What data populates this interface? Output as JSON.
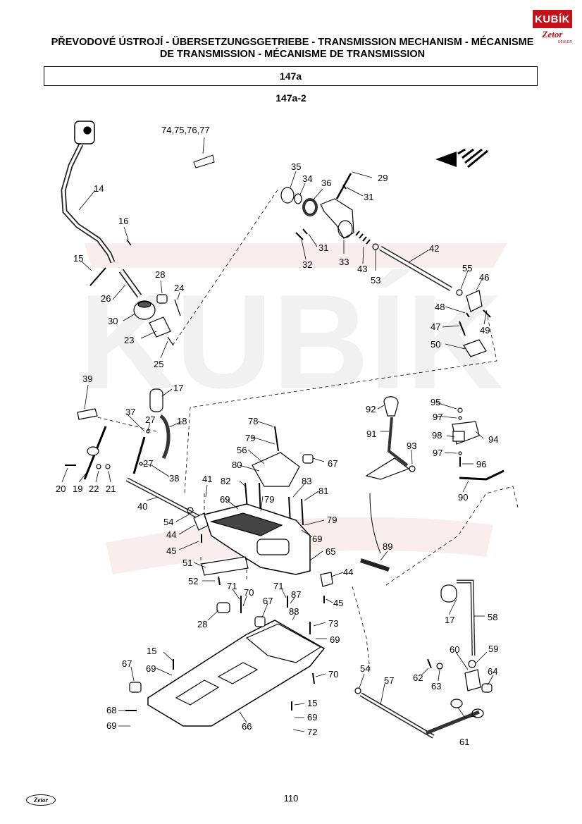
{
  "header": {
    "title": "PŘEVODOVÉ ÚSTROJÍ - ÜBERSETZUNGSGETRIEBE - TRANSMISSION MECHANISM - MÉCANISME DE TRANSMISSION - MÉCANISME DE TRANSMISSION",
    "model": "147a",
    "section": "147a-2"
  },
  "logo": {
    "top_text": "KUBÍK",
    "brand": "Zetor",
    "dealer": "DEALER"
  },
  "watermark": {
    "text": "KUBÍK",
    "color": "#e0e0e0"
  },
  "diagram": {
    "callouts": {
      "c14": "14",
      "c16": "16",
      "c15a": "15",
      "c26": "26",
      "c28a": "28",
      "c24": "24",
      "c30": "30",
      "c23": "23",
      "c25": "25",
      "c7477": "74,75,76,77",
      "c35": "35",
      "c34": "34",
      "c36": "36",
      "c29": "29",
      "c31a": "31",
      "c31b": "31",
      "c32": "32",
      "c33": "33",
      "c43": "43",
      "c53": "53",
      "c42": "42",
      "c55": "55",
      "c46": "46",
      "c48": "48",
      "c47": "47",
      "c49": "49",
      "c50": "50",
      "c39": "39",
      "c17a": "17",
      "c18": "18",
      "c37": "37",
      "c27a": "27",
      "c27b": "27",
      "c38": "38",
      "c20": "20",
      "c19": "19",
      "c22": "22",
      "c21": "21",
      "c40": "40",
      "c78": "78",
      "c79a": "79",
      "c56": "56",
      "c67a": "67",
      "c80": "80",
      "c41": "41",
      "c82": "82",
      "c83": "83",
      "c81": "81",
      "c69a": "69",
      "c79b": "79",
      "c79c": "79",
      "c69b": "69",
      "c54a": "54",
      "c44a": "44",
      "c45a": "45",
      "c65": "65",
      "c51": "51",
      "c52": "52",
      "c92": "92",
      "c95": "95",
      "c97a": "97",
      "c98": "98",
      "c94": "94",
      "c97b": "97",
      "c96": "96",
      "c91": "91",
      "c93": "93",
      "c90": "90",
      "c89": "89",
      "c44b": "44",
      "c45b": "45",
      "c71a": "71",
      "c70a": "70",
      "c71b": "71",
      "c87": "87",
      "c67b": "67",
      "c88": "88",
      "c28b": "28",
      "c73": "73",
      "c69c": "69",
      "c17b": "17",
      "c58": "58",
      "c15b": "15",
      "c69d": "69",
      "c67c": "67",
      "c70b": "70",
      "c54b": "54",
      "c57": "57",
      "c60": "60",
      "c59": "59",
      "c62": "62",
      "c63": "63",
      "c64": "64",
      "c15c": "15",
      "c69e": "69",
      "c68": "68",
      "c69f": "69",
      "c66": "66",
      "c72": "72",
      "c61": "61"
    }
  },
  "footer": {
    "page": "110",
    "brand": "Zetor"
  }
}
